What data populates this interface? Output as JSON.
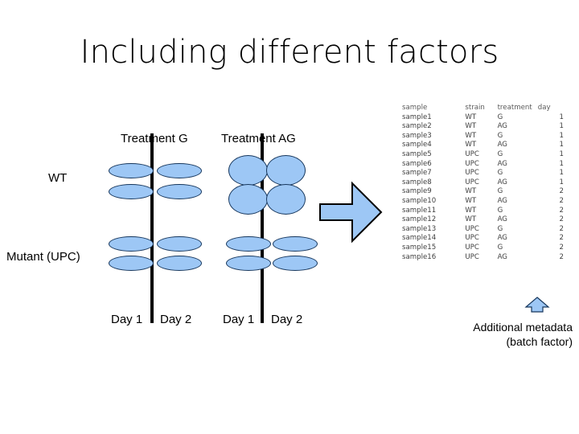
{
  "slide": {
    "title": "Including different factors"
  },
  "diagram": {
    "row_labels": {
      "wt": "WT",
      "mutant": "Mutant (UPC)"
    },
    "treatment_headings": {
      "g": "Treatment G",
      "ag": "Treatment AG"
    },
    "day_labels": {
      "g_day1": "Day 1",
      "g_day2": "Day 2",
      "ag_day1": "Day 1",
      "ag_day2": "Day 2"
    },
    "sample_fill_color": "#9DC7F5",
    "sample_outline_color": "#16365C",
    "divider_color": "#000000",
    "arrow_color": "#9DC7F5",
    "groups": [
      {
        "strain": "WT",
        "treatment": "G",
        "day": "1",
        "count": 2,
        "shape": "flat"
      },
      {
        "strain": "WT",
        "treatment": "G",
        "day": "2",
        "count": 2,
        "shape": "flat"
      },
      {
        "strain": "WT",
        "treatment": "AG",
        "day": "1",
        "count": 2,
        "shape": "round"
      },
      {
        "strain": "WT",
        "treatment": "AG",
        "day": "2",
        "count": 2,
        "shape": "round"
      },
      {
        "strain": "UPC",
        "treatment": "G",
        "day": "1",
        "count": 2,
        "shape": "flat"
      },
      {
        "strain": "UPC",
        "treatment": "G",
        "day": "2",
        "count": 2,
        "shape": "flat"
      },
      {
        "strain": "UPC",
        "treatment": "AG",
        "day": "1",
        "count": 2,
        "shape": "flat"
      },
      {
        "strain": "UPC",
        "treatment": "AG",
        "day": "2",
        "count": 2,
        "shape": "flat"
      }
    ]
  },
  "metadata_table": {
    "columns": [
      "sample",
      "strain",
      "treatment",
      "day"
    ],
    "rows": [
      [
        "sample1",
        "WT",
        "G",
        "1"
      ],
      [
        "sample2",
        "WT",
        "AG",
        "1"
      ],
      [
        "sample3",
        "WT",
        "G",
        "1"
      ],
      [
        "sample4",
        "WT",
        "AG",
        "1"
      ],
      [
        "sample5",
        "UPC",
        "G",
        "1"
      ],
      [
        "sample6",
        "UPC",
        "AG",
        "1"
      ],
      [
        "sample7",
        "UPC",
        "G",
        "1"
      ],
      [
        "sample8",
        "UPC",
        "AG",
        "1"
      ],
      [
        "sample9",
        "WT",
        "G",
        "2"
      ],
      [
        "sample10",
        "WT",
        "AG",
        "2"
      ],
      [
        "sample11",
        "WT",
        "G",
        "2"
      ],
      [
        "sample12",
        "WT",
        "AG",
        "2"
      ],
      [
        "sample13",
        "UPC",
        "G",
        "2"
      ],
      [
        "sample14",
        "UPC",
        "AG",
        "2"
      ],
      [
        "sample15",
        "UPC",
        "G",
        "2"
      ],
      [
        "sample16",
        "UPC",
        "AG",
        "2"
      ]
    ]
  },
  "annotation": {
    "line1": "Additional metadata",
    "line2": "(batch factor)"
  }
}
